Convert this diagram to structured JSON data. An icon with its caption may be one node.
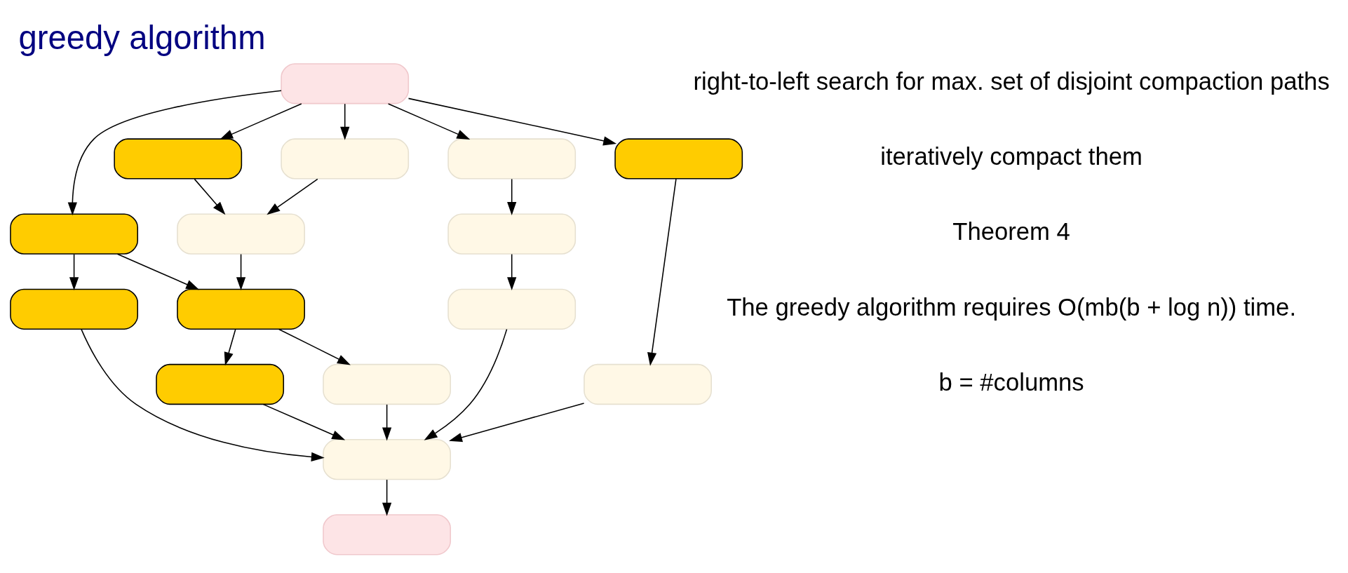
{
  "diagram": {
    "title": "greedy algorithm",
    "nodes": [
      {
        "text": [],
        "shape": "box"
      },
      {
        "text": [],
        "shape": "box"
      },
      {
        "text": [],
        "shape": "box"
      },
      {
        "text": [],
        "shape": "box"
      },
      {
        "text": [],
        "shape": "box"
      },
      {
        "text": [],
        "shape": "box"
      },
      {
        "text": [],
        "shape": "box"
      },
      {
        "text": [],
        "shape": "box"
      },
      {
        "text": [],
        "shape": "box"
      },
      {
        "text": [],
        "shape": "box"
      },
      {
        "text": [],
        "shape": "box"
      },
      {
        "text": [],
        "shape": "box"
      },
      {
        "text": [],
        "shape": "box"
      },
      {
        "text": [],
        "shape": "box"
      },
      {
        "text": [],
        "shape": "box"
      },
      {
        "text": [],
        "shape": "box"
      }
    ],
    "edges": [
      {
        "from": 0,
        "to": 1,
        "arrow": "to"
      },
      {
        "from": 0,
        "to": 4,
        "arrow": "to"
      },
      {
        "from": 0,
        "to": 2,
        "arrow": "to"
      },
      {
        "from": 0,
        "to": 3,
        "arrow": "to"
      },
      {
        "from": 0,
        "to": 8,
        "arrow": "to"
      },
      {
        "from": 1,
        "to": 5,
        "arrow": "to"
      },
      {
        "from": 2,
        "to": 5,
        "arrow": "to"
      },
      {
        "from": 3,
        "to": 6,
        "arrow": "to"
      },
      {
        "from": 4,
        "to": 9,
        "arrow": "to"
      },
      {
        "from": 4,
        "to": 7,
        "arrow": "to"
      },
      {
        "from": 5,
        "to": 7,
        "arrow": "to"
      },
      {
        "from": 6,
        "to": 12,
        "arrow": "to"
      },
      {
        "from": 7,
        "to": 10,
        "arrow": "to"
      },
      {
        "from": 7,
        "to": 11,
        "arrow": "to"
      },
      {
        "from": 8,
        "to": 13,
        "arrow": "to"
      },
      {
        "from": 9,
        "to": 14,
        "arrow": "to"
      },
      {
        "from": 10,
        "to": 14,
        "arrow": "to"
      },
      {
        "from": 11,
        "to": 14,
        "arrow": "to"
      },
      {
        "from": 12,
        "to": 14,
        "arrow": "to"
      },
      {
        "from": 13,
        "to": 14,
        "arrow": "to"
      },
      {
        "from": 14,
        "to": 15,
        "arrow": "to"
      }
    ],
    "labels": [
      "right-to-left search for max. set of disjoint compaction paths",
      "iteratively compact them",
      "Theorem 4",
      "The greedy algorithm requires O(mb(b + log n)) time.",
      "b = #columns"
    ]
  }
}
